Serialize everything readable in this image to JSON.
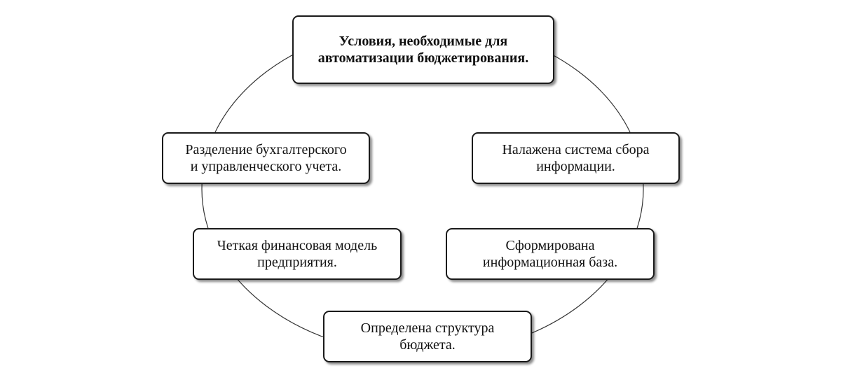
{
  "diagram": {
    "center": {
      "lines": [
        "Условия, необходимые для",
        "автоматизации бюджетирования."
      ]
    },
    "nodes": [
      {
        "id": "accounting-separation",
        "lines": [
          "Разделение бухгалтерского",
          "и управленческого учета."
        ]
      },
      {
        "id": "info-collection",
        "lines": [
          "Налажена система сбора",
          "информации."
        ]
      },
      {
        "id": "financial-model",
        "lines": [
          "Четкая финансовая модель",
          "предприятия."
        ]
      },
      {
        "id": "info-base",
        "lines": [
          "Сформирована",
          "информационная база."
        ]
      },
      {
        "id": "budget-structure",
        "lines": [
          "Определена структура",
          "бюджета."
        ]
      }
    ],
    "colors": {
      "border": "#1a1a1a",
      "ring": "#333333",
      "text": "#111111",
      "background": "#ffffff"
    }
  }
}
